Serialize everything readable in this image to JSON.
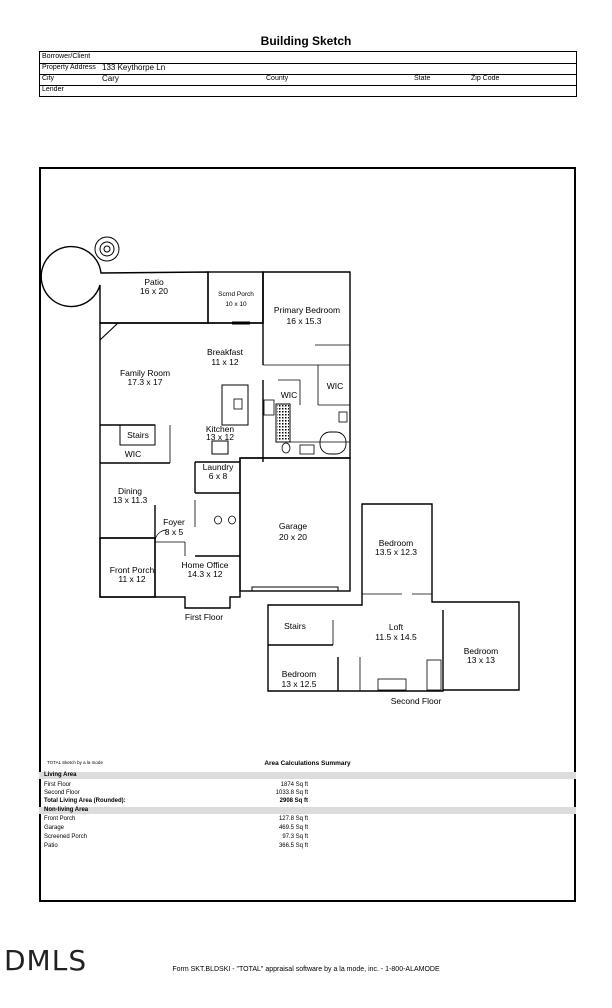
{
  "header": {
    "title": "Building Sketch"
  },
  "info": {
    "borrower_label": "Borrower/Client",
    "property_label": "Property Address",
    "property_value": "133 Keythorpe Ln",
    "city_label": "City",
    "city_value": "Cary",
    "county_label": "County",
    "state_label": "State",
    "zip_label": "Zip Code",
    "lender_label": "Lender"
  },
  "rooms": {
    "patio": {
      "name": "Patio",
      "dim": "16 x 20"
    },
    "scrnd_porch": {
      "name": "Scrnd Porch",
      "dim": "10 x 10"
    },
    "primary_bedroom": {
      "name": "Primary Bedroom",
      "dim": "16 x 15.3"
    },
    "breakfast": {
      "name": "Breakfast",
      "dim": "11 x 12"
    },
    "family_room": {
      "name": "Family Room",
      "dim": "17.3 x 17"
    },
    "stairs1": {
      "name": "Stairs"
    },
    "wic_left": {
      "name": "WIC"
    },
    "wic_mid": {
      "name": "WIC"
    },
    "wic_right": {
      "name": "WIC"
    },
    "kitchen": {
      "name": "Kitchen",
      "dim": "13 x 12"
    },
    "laundry": {
      "name": "Laundry",
      "dim": "6 x 8"
    },
    "dining": {
      "name": "Dining",
      "dim": "13 x 11.3"
    },
    "foyer": {
      "name": "Foyer",
      "dim": "8 x 5"
    },
    "garage": {
      "name": "Garage",
      "dim": "20 x 20"
    },
    "front_porch": {
      "name": "Front Porch",
      "dim": "11 x 12"
    },
    "home_office": {
      "name": "Home Office",
      "dim": "14.3 x 12"
    },
    "bedroom_a": {
      "name": "Bedroom",
      "dim": "13.5 x 12.3"
    },
    "stairs2": {
      "name": "Stairs"
    },
    "loft": {
      "name": "Loft",
      "dim": "11.5 x 14.5"
    },
    "bedroom_b": {
      "name": "Bedroom",
      "dim": "13 x 13"
    },
    "bedroom_c": {
      "name": "Bedroom",
      "dim": "13 x 12.5"
    }
  },
  "floor_labels": {
    "first": "First Floor",
    "second": "Second Floor"
  },
  "summary": {
    "credit": "TOTAL Sketch by a la mode",
    "title": "Area Calculations Summary",
    "living_header": "Living Area",
    "first_floor": {
      "label": "First Floor",
      "value": "1874 Sq ft"
    },
    "second_floor": {
      "label": "Second Floor",
      "value": "1033.8 Sq ft"
    },
    "total_living": {
      "label": "Total Living Area (Rounded):",
      "value": "2908 Sq ft"
    },
    "nonliving_header": "Non-living Area",
    "front_porch": {
      "label": "Front Porch",
      "value": "127.8 Sq ft"
    },
    "garage": {
      "label": "Garage",
      "value": "469.5 Sq ft"
    },
    "screened_porch": {
      "label": "Screened Porch",
      "value": "97.3 Sq ft"
    },
    "patio": {
      "label": "Patio",
      "value": "366.5 Sq ft"
    }
  },
  "footer": {
    "text": "Form SKT.BLDSKI - \"TOTAL\" appraisal software by a la mode, inc. - 1-800-ALAMODE",
    "logo": "DMLS"
  }
}
